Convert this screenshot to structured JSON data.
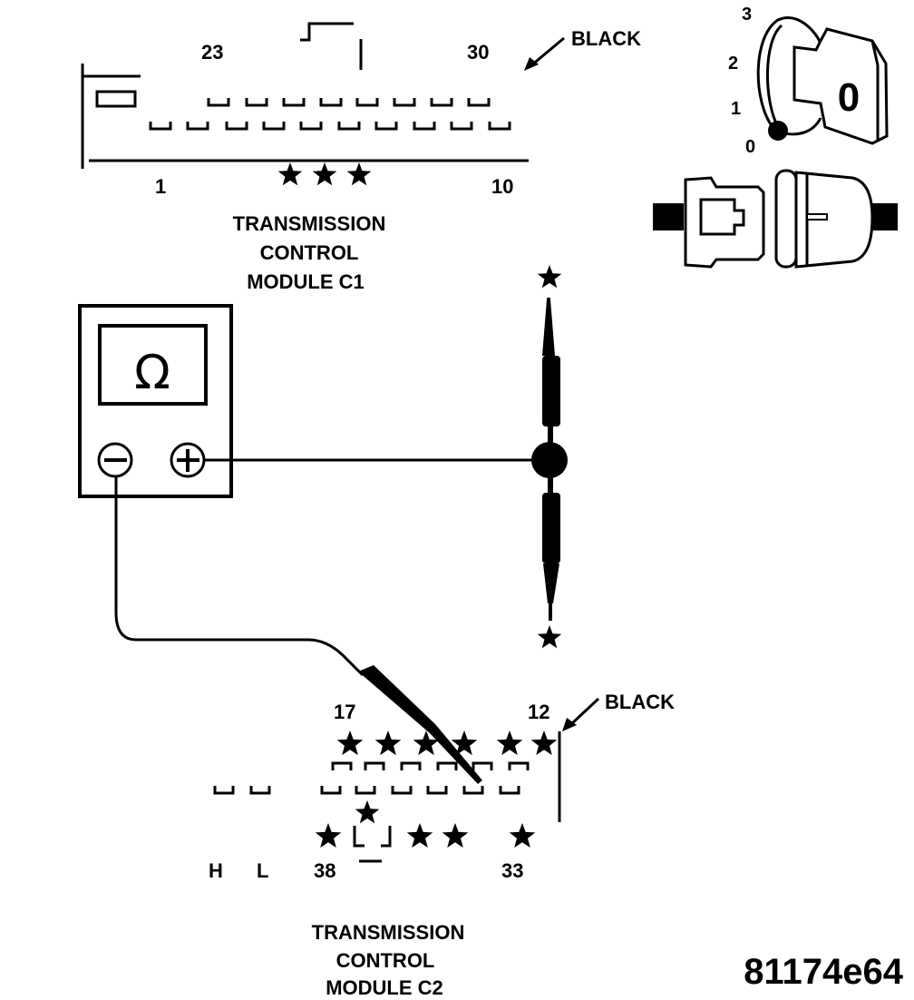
{
  "figure_id": "81174e64",
  "colors": {
    "ink": "#000000",
    "paper": "#ffffff"
  },
  "c1_connector": {
    "color_label": "BLACK",
    "pin_labels": {
      "top_left": "23",
      "top_right": "30",
      "bottom_left": "1",
      "bottom_right": "10"
    },
    "caption": [
      "TRANSMISSION",
      "CONTROL",
      "MODULE C1"
    ],
    "star_count": 3
  },
  "ignition_switch": {
    "positions": [
      "0",
      "1",
      "2",
      "3"
    ],
    "key_position_label": "0"
  },
  "ohmmeter": {
    "display_symbol": "Ω",
    "negative_terminal": "−",
    "positive_terminal": "+"
  },
  "c2_connector": {
    "color_label": "BLACK",
    "pin_labels": {
      "top_left": "17",
      "top_right": "12",
      "bottom_left": "38",
      "bottom_right": "33",
      "can_high": "H",
      "can_low": "L"
    },
    "caption": [
      "TRANSMISSION",
      "CONTROL",
      "MODULE C2"
    ]
  }
}
